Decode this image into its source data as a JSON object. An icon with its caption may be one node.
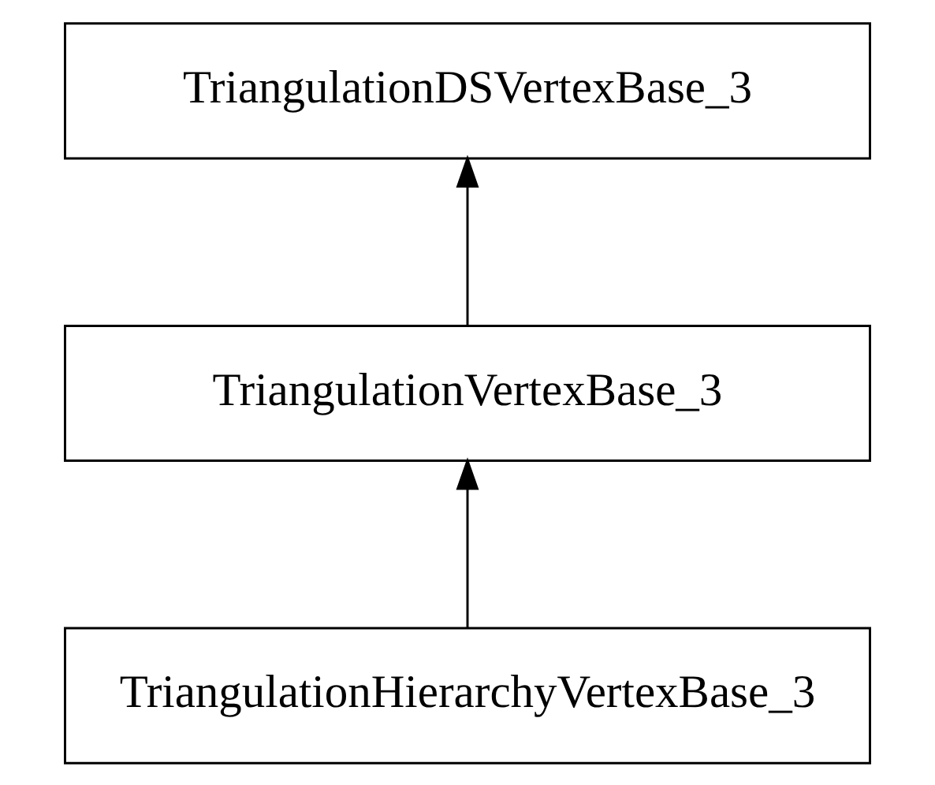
{
  "diagram": {
    "nodes": [
      {
        "text": [
          "TriangulationDSVertexBase_3"
        ]
      },
      {
        "text": [
          "TriangulationVertexBase_3"
        ]
      },
      {
        "text": [
          "TriangulationHierarchyVertexBase_3"
        ]
      }
    ],
    "edges": [
      {
        "from": 2,
        "to": 1,
        "arrow": "to"
      },
      {
        "from": 1,
        "to": 0,
        "arrow": "to"
      }
    ]
  }
}
